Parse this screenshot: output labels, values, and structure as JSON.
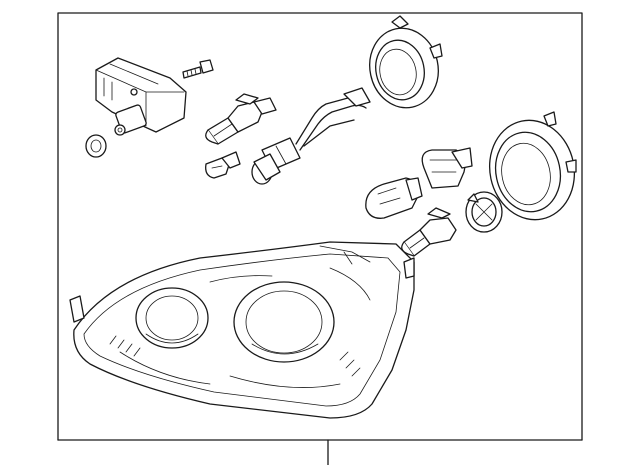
{
  "diagram": {
    "frame_color": "#1a1a1a",
    "background": "#ffffff",
    "parts": [
      {
        "name": "headlight-leveling-motor",
        "icon": "motor-icon"
      },
      {
        "name": "mounting-bolt",
        "icon": "bolt-icon"
      },
      {
        "name": "seal-washer",
        "icon": "washer-icon"
      },
      {
        "name": "high-beam-bulb",
        "icon": "bulb-icon"
      },
      {
        "name": "side-marker-bulb",
        "icon": "bulb-icon"
      },
      {
        "name": "wire-harness",
        "icon": "harness-icon"
      },
      {
        "name": "bulb-socket",
        "icon": "socket-icon"
      },
      {
        "name": "low-beam-cover",
        "icon": "cap-icon"
      },
      {
        "name": "high-beam-cover",
        "icon": "cap-icon"
      },
      {
        "name": "turn-signal-socket",
        "icon": "socket-icon"
      },
      {
        "name": "turn-signal-bulb",
        "icon": "bulb-icon"
      },
      {
        "name": "fog-bulb",
        "icon": "bulb-icon"
      },
      {
        "name": "bulb-retainer-cap",
        "icon": "cap-icon"
      },
      {
        "name": "headlamp-assembly",
        "icon": "headlamp-icon"
      }
    ]
  }
}
